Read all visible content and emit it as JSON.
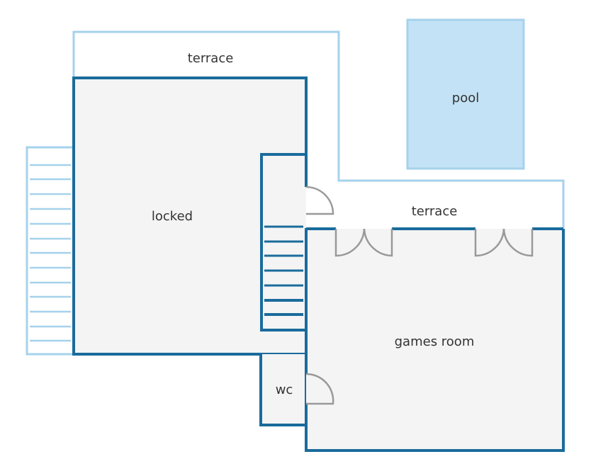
{
  "rooms": {
    "terrace_top": "terrace",
    "pool": "pool",
    "locked": "locked",
    "terrace_right": "terrace",
    "games_room": "games room",
    "wc": "wc"
  },
  "colors": {
    "wall_dark": "#1a6b9c",
    "wall_light": "#a6d2ec",
    "floor": "#f4f4f4",
    "pool_fill": "#c3e2f5",
    "door": "#999999",
    "label": "#333333"
  }
}
